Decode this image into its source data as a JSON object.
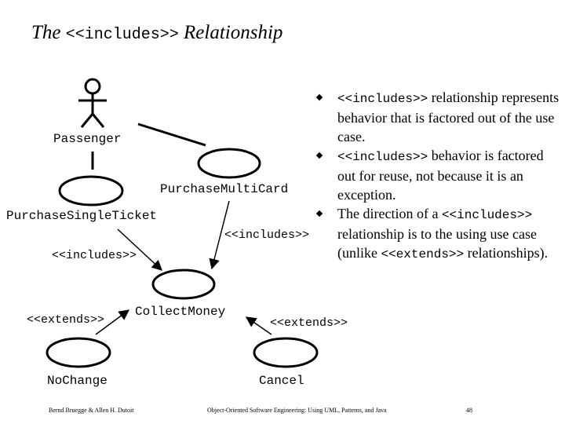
{
  "title": {
    "prefix": "The",
    "keyword": "<<includes>>",
    "suffix": "Relationship"
  },
  "actors": {
    "passenger": "Passenger"
  },
  "use_cases": {
    "purchase_multi_card": "PurchaseMultiCard",
    "purchase_single_ticket": "PurchaseSingleTicket",
    "collect_money": "CollectMoney",
    "no_change": "NoChange",
    "cancel": "Cancel"
  },
  "stereotypes": {
    "includes_left": "<<includes>>",
    "includes_right": "<<includes>>",
    "extends_left": "<<extends>>",
    "extends_right": "<<extends>>"
  },
  "bullets": [
    {
      "m1": "<<includes>>",
      "t1": " relationship represents behavior that is factored out of the use case."
    },
    {
      "m1": "<<includes>>",
      "t1": " behavior is factored out for reuse, not because it is an exception."
    },
    {
      "t0": "The direction of a ",
      "m1": "<<includes>>",
      "t1": " relationship is to the using use case (unlike ",
      "m2": "<<extends>>",
      "t2": " relationships)."
    }
  ],
  "footer": {
    "authors": "Bernd Bruegge & Allen H. Dutoit",
    "book": "Object-Oriented Software Engineering: Using UML, Patterns, and Java",
    "page": "48"
  }
}
